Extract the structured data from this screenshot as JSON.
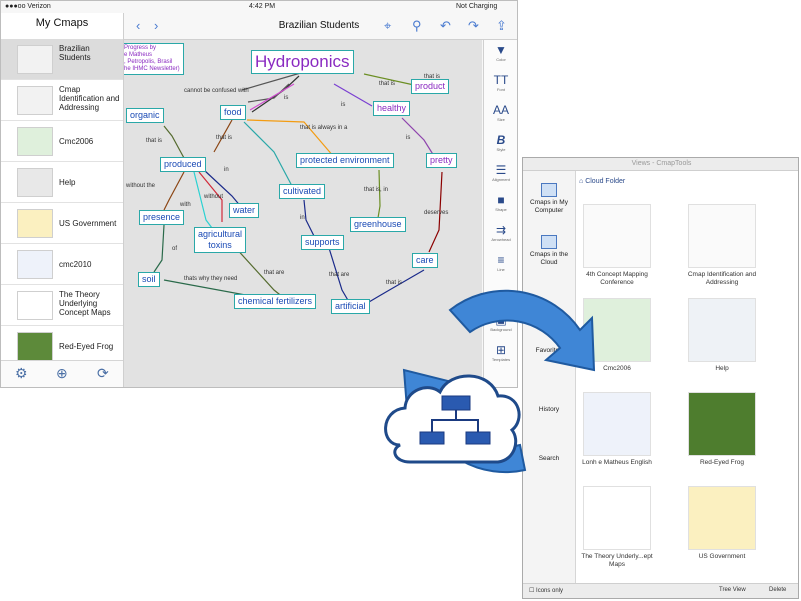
{
  "ipad": {
    "status": {
      "carrier": "●●●oo Verizon",
      "time": "4:42 PM",
      "battery": "Not Charging"
    },
    "sidebar": {
      "title": "My Cmaps",
      "items": [
        {
          "label": "Brazilian Students"
        },
        {
          "label": "Cmap Identification and Addressing"
        },
        {
          "label": "Cmc2006"
        },
        {
          "label": "Help"
        },
        {
          "label": "US Government"
        },
        {
          "label": "cmc2010"
        },
        {
          "label": "The Theory Underlying Concept Maps"
        },
        {
          "label": "Red-Eyed Frog"
        }
      ],
      "footer": {
        "settings_icon": "gear-icon",
        "add_icon": "plus-icon",
        "sync_icon": "sync-icon"
      }
    },
    "topbar": {
      "title": "Brazilian Students",
      "back_icon": "chevron-left-icon",
      "forward_icon": "chevron-right-icon"
    },
    "toolbar": [
      {
        "label": "Color",
        "icon": "paint-bucket-icon"
      },
      {
        "label": "Font",
        "icon": "font-icon"
      },
      {
        "label": "Size",
        "icon": "text-size-icon"
      },
      {
        "label": "Style",
        "icon": "bold-icon"
      },
      {
        "label": "Alignment",
        "icon": "align-icon"
      },
      {
        "label": "Shape",
        "icon": "shape-icon"
      },
      {
        "label": "Arrowhead",
        "icon": "arrow-icon"
      },
      {
        "label": "Line",
        "icon": "line-icon"
      },
      {
        "label": "Background",
        "icon": "background-icon"
      },
      {
        "label": "Templates",
        "icon": "templates-icon"
      }
    ],
    "cmap": {
      "note": "Progress by\ne Matheus\n, Petropolis, Brasil\nhe IHMC Newsletter)",
      "concepts": {
        "hydroponics": "Hydroponics",
        "product": "product",
        "organic": "organic",
        "food": "food",
        "healthy": "healthy",
        "produced": "produced",
        "protected": "protected environment",
        "pretty": "pretty",
        "cultivated": "cultivated",
        "water": "water",
        "presence": "presence",
        "agri": "agricultural\ntoxins",
        "greenhouse": "greenhouse",
        "supports": "supports",
        "care": "care",
        "soil": "soil",
        "chemical": "chemical fertilizers",
        "artificial": "artificial"
      },
      "phrases": {
        "p1": "that is",
        "p2": "cannot be confused with",
        "p3": "is",
        "p4": "is",
        "p5": "that is always in a",
        "p6": "that is",
        "p7": "is",
        "p8": "that is",
        "p9": "in",
        "p10": "without the",
        "p11": "with",
        "p12": "without",
        "p13": "in",
        "p14": "that is, in",
        "p15": "deserves",
        "p16": "of",
        "p17": "thats why they need",
        "p18": "that are",
        "p19": "that are",
        "p20": "that is",
        "p21": "that is"
      }
    }
  },
  "mac": {
    "title": "Views - CmapTools",
    "sidebar": [
      {
        "label": "Cmaps in My Computer"
      },
      {
        "label": "Cmaps in the Cloud"
      },
      {
        "label": "Favorites"
      },
      {
        "label": "History"
      },
      {
        "label": "Search"
      }
    ],
    "path": "Cloud Folder",
    "items": [
      {
        "label": "4th Concept Mapping Conference"
      },
      {
        "label": "Cmap Identification and Addressing"
      },
      {
        "label": "Cmc2006"
      },
      {
        "label": "Help"
      },
      {
        "label": "Lonh e Matheus English"
      },
      {
        "label": "Red-Eyed Frog"
      },
      {
        "label": "The Theory Underly...ept Maps"
      },
      {
        "label": "US Government"
      }
    ],
    "footer": {
      "icons_only": "Icons only",
      "tree_view": "Tree View",
      "delete": "Delete"
    }
  },
  "overlay": {
    "icon": "cloud-sync-icon"
  }
}
